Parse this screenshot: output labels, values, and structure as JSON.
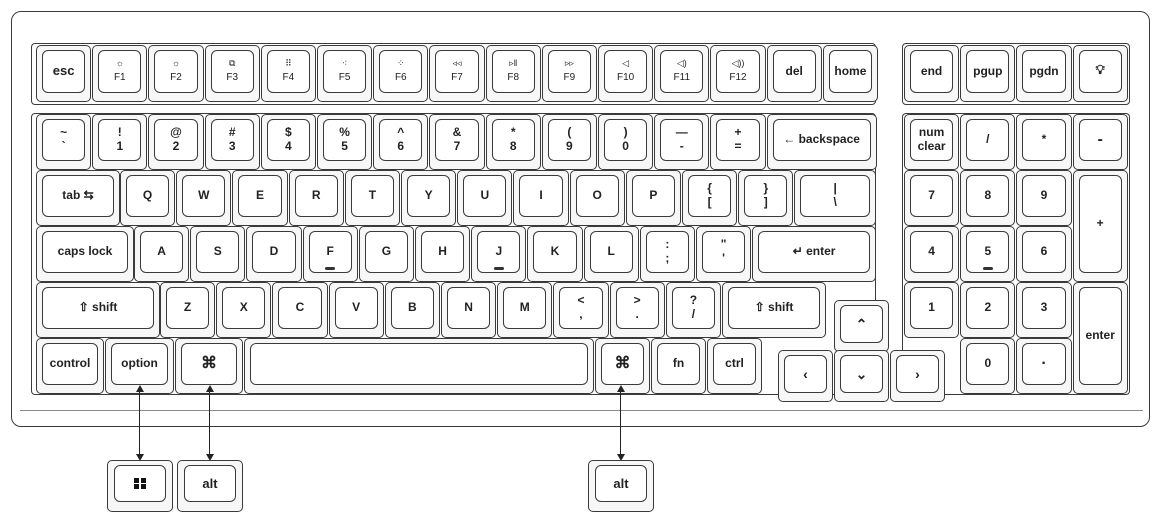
{
  "colors": {
    "outline": "#3a3a3a",
    "cap_fill": "#ffffff",
    "skirt_fill": "#f7f7f7",
    "background": "#ffffff"
  },
  "keyboard": {
    "function_row": [
      {
        "name": "esc-key",
        "label": "esc"
      },
      {
        "name": "f1-key",
        "label": "F1",
        "icon": "brightness-down-icon",
        "glyph": "☼"
      },
      {
        "name": "f2-key",
        "label": "F2",
        "icon": "brightness-up-icon",
        "glyph": "☼"
      },
      {
        "name": "f3-key",
        "label": "F3",
        "icon": "mission-control-icon",
        "glyph": "⧉"
      },
      {
        "name": "f4-key",
        "label": "F4",
        "icon": "launchpad-icon",
        "glyph": "⠿"
      },
      {
        "name": "f5-key",
        "label": "F5",
        "icon": "backlight-down-icon",
        "glyph": "⁖"
      },
      {
        "name": "f6-key",
        "label": "F6",
        "icon": "backlight-up-icon",
        "glyph": "⁘"
      },
      {
        "name": "f7-key",
        "label": "F7",
        "icon": "rewind-icon",
        "glyph": "◃◃"
      },
      {
        "name": "f8-key",
        "label": "F8",
        "icon": "play-pause-icon",
        "glyph": "▹ǁ"
      },
      {
        "name": "f9-key",
        "label": "F9",
        "icon": "fast-forward-icon",
        "glyph": "▹▹"
      },
      {
        "name": "f10-key",
        "label": "F10",
        "icon": "mute-icon",
        "glyph": "◁"
      },
      {
        "name": "f11-key",
        "label": "F11",
        "icon": "volume-down-icon",
        "glyph": "◁)"
      },
      {
        "name": "f12-key",
        "label": "F12",
        "icon": "volume-up-icon",
        "glyph": "◁))"
      },
      {
        "name": "del-key",
        "label": "del"
      },
      {
        "name": "home-key",
        "label": "home"
      }
    ],
    "nav_cluster": [
      {
        "name": "end-key",
        "label": "end"
      },
      {
        "name": "pgup-key",
        "label": "pgup"
      },
      {
        "name": "pgdn-key",
        "label": "pgdn"
      },
      {
        "name": "light-key",
        "label": "",
        "icon": "light-bulb-icon",
        "glyph": "💡︎"
      }
    ],
    "number_row": [
      {
        "name": "grave-key",
        "label": "~\n`"
      },
      {
        "name": "key-1",
        "label": "!\n1"
      },
      {
        "name": "key-2",
        "label": "@\n2"
      },
      {
        "name": "key-3",
        "label": "#\n3"
      },
      {
        "name": "key-4",
        "label": "$\n4"
      },
      {
        "name": "key-5",
        "label": "%\n5"
      },
      {
        "name": "key-6",
        "label": "^\n6"
      },
      {
        "name": "key-7",
        "label": "&\n7"
      },
      {
        "name": "key-8",
        "label": "*\n8"
      },
      {
        "name": "key-9",
        "label": "(\n9"
      },
      {
        "name": "key-0",
        "label": ")\n0"
      },
      {
        "name": "minus-key",
        "label": "—\n-"
      },
      {
        "name": "equal-key",
        "label": "+\n="
      },
      {
        "name": "backspace-key",
        "label": "← backspace"
      }
    ],
    "tab_row": [
      {
        "name": "tab-key",
        "label": "tab ⇆"
      },
      {
        "name": "key-q",
        "label": "Q"
      },
      {
        "name": "key-w",
        "label": "W"
      },
      {
        "name": "key-e",
        "label": "E"
      },
      {
        "name": "key-r",
        "label": "R"
      },
      {
        "name": "key-t",
        "label": "T"
      },
      {
        "name": "key-y",
        "label": "Y"
      },
      {
        "name": "key-u",
        "label": "U"
      },
      {
        "name": "key-i",
        "label": "I"
      },
      {
        "name": "key-o",
        "label": "O"
      },
      {
        "name": "key-p",
        "label": "P"
      },
      {
        "name": "bracket-left-key",
        "label": "{\n["
      },
      {
        "name": "bracket-right-key",
        "label": "}\n]"
      },
      {
        "name": "backslash-key",
        "label": "|\n\\"
      }
    ],
    "home_row": [
      {
        "name": "caps-lock-key",
        "label": "caps lock"
      },
      {
        "name": "key-a",
        "label": "A"
      },
      {
        "name": "key-s",
        "label": "S"
      },
      {
        "name": "key-d",
        "label": "D"
      },
      {
        "name": "key-f",
        "label": "F"
      },
      {
        "name": "key-g",
        "label": "G"
      },
      {
        "name": "key-h",
        "label": "H"
      },
      {
        "name": "key-j",
        "label": "J"
      },
      {
        "name": "key-k",
        "label": "K"
      },
      {
        "name": "key-l",
        "label": "L"
      },
      {
        "name": "semicolon-key",
        "label": ":\n;"
      },
      {
        "name": "quote-key",
        "label": "\"\n'"
      },
      {
        "name": "enter-key",
        "label": "↵ enter"
      }
    ],
    "shift_row": [
      {
        "name": "left-shift-key",
        "label": "⇧ shift"
      },
      {
        "name": "key-z",
        "label": "Z"
      },
      {
        "name": "key-x",
        "label": "X"
      },
      {
        "name": "key-c",
        "label": "C"
      },
      {
        "name": "key-v",
        "label": "V"
      },
      {
        "name": "key-b",
        "label": "B"
      },
      {
        "name": "key-n",
        "label": "N"
      },
      {
        "name": "key-m",
        "label": "M"
      },
      {
        "name": "comma-key",
        "label": "<\n,"
      },
      {
        "name": "period-key",
        "label": ">\n."
      },
      {
        "name": "slash-key",
        "label": "?\n/"
      },
      {
        "name": "right-shift-key",
        "label": "⇧ shift"
      }
    ],
    "bottom_row": [
      {
        "name": "control-key",
        "label": "control"
      },
      {
        "name": "option-key",
        "label": "option"
      },
      {
        "name": "left-command-key",
        "label": "⌘"
      },
      {
        "name": "spacebar-key",
        "label": ""
      },
      {
        "name": "right-command-key",
        "label": "⌘"
      },
      {
        "name": "fn-key",
        "label": "fn"
      },
      {
        "name": "ctrl-key",
        "label": "ctrl"
      }
    ],
    "arrows": [
      {
        "name": "arrow-up-key",
        "label": "⌃"
      },
      {
        "name": "arrow-left-key",
        "label": "‹"
      },
      {
        "name": "arrow-down-key",
        "label": "⌄"
      },
      {
        "name": "arrow-right-key",
        "label": "›"
      }
    ],
    "numpad": [
      {
        "name": "num-clear-key",
        "label": "num\nclear"
      },
      {
        "name": "numpad-slash-key",
        "label": "/"
      },
      {
        "name": "numpad-asterisk-key",
        "label": "*"
      },
      {
        "name": "numpad-minus-key",
        "label": "-"
      },
      {
        "name": "numpad-7-key",
        "label": "7"
      },
      {
        "name": "numpad-8-key",
        "label": "8"
      },
      {
        "name": "numpad-9-key",
        "label": "9"
      },
      {
        "name": "numpad-plus-key",
        "label": "+"
      },
      {
        "name": "numpad-4-key",
        "label": "4"
      },
      {
        "name": "numpad-5-key",
        "label": "5"
      },
      {
        "name": "numpad-6-key",
        "label": "6"
      },
      {
        "name": "numpad-1-key",
        "label": "1"
      },
      {
        "name": "numpad-2-key",
        "label": "2"
      },
      {
        "name": "numpad-3-key",
        "label": "3"
      },
      {
        "name": "numpad-enter-key",
        "label": "enter"
      },
      {
        "name": "numpad-0-key",
        "label": "0"
      },
      {
        "name": "numpad-dot-key",
        "label": "·"
      }
    ]
  },
  "replacement_keys": [
    {
      "name": "windows-replacement-key",
      "label": "",
      "icon": "windows-logo-icon"
    },
    {
      "name": "alt-replacement-key-left",
      "label": "alt"
    },
    {
      "name": "alt-replacement-key-right",
      "label": "alt"
    }
  ]
}
